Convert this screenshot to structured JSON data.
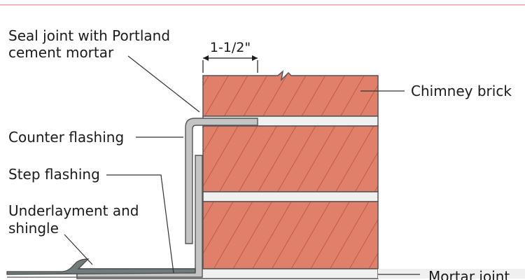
{
  "labels": {
    "seal_joint_line1": "Seal joint with Portland",
    "seal_joint_line2": "cement mortar",
    "counter_flashing": "Counter flashing",
    "step_flashing": "Step flashing",
    "underlayment_line1": "Underlayment and",
    "underlayment_line2": "shingle",
    "chimney_brick": "Chimney brick",
    "mortar_joint": "Mortar joint"
  },
  "dimension": {
    "embed_depth": "1-1/2\""
  },
  "colors": {
    "top_rule": "#e8a0a8",
    "brick": "#e0806a",
    "brick_hatch": "#b04a38",
    "mortar": "#f0f0f0",
    "flashing": "#c4c4c4",
    "shingle": "#707c7c"
  }
}
